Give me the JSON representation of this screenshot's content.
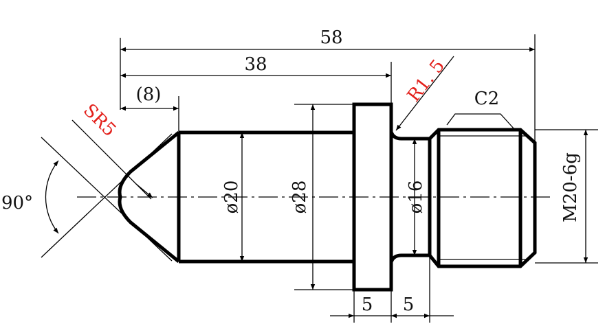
{
  "dimensions": {
    "overall_length": "58",
    "length_to_collar": "38",
    "tip_length": "(8)",
    "sphere_radius": "SR5",
    "fillet_radius": "R1. 5",
    "chamfer": "C2",
    "tip_angle": "90°",
    "shank_diameter": "ø20",
    "collar_diameter": "ø28",
    "groove_diameter": "ø16",
    "thread": "M20-6g",
    "collar_width": "5",
    "groove_width": "5"
  },
  "colors": {
    "outline": "#000000",
    "highlight": "#e3201b"
  }
}
